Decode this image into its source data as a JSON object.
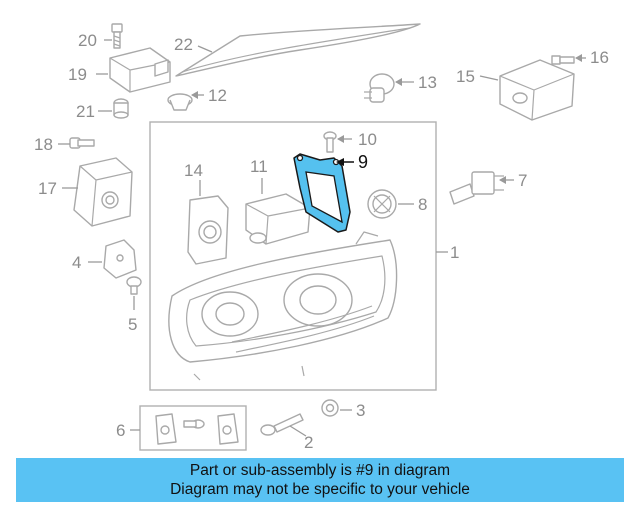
{
  "diagram": {
    "callouts": {
      "c1": "1",
      "c2": "2",
      "c3": "3",
      "c4": "4",
      "c5": "5",
      "c6": "6",
      "c7": "7",
      "c8": "8",
      "c9": "9",
      "c10": "10",
      "c11": "11",
      "c12": "12",
      "c13": "13",
      "c14": "14",
      "c15": "15",
      "c16": "16",
      "c17": "17",
      "c18": "18",
      "c19": "19",
      "c20": "20",
      "c21": "21",
      "c22": "22"
    },
    "highlight_color": "#55c1ef",
    "highlighted_part": "9"
  },
  "banner": {
    "line1": "Part or sub-assembly is #9 in diagram",
    "line2": "Diagram may not be specific to your vehicle",
    "background": "#59c2f3"
  }
}
